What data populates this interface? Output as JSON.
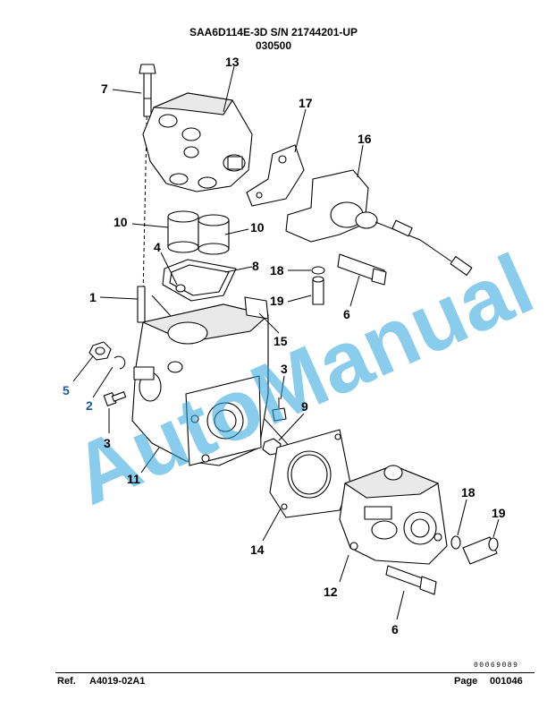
{
  "header": {
    "title": "SAA6D114E-3D S/N 21744201-UP",
    "subtitle": "030500"
  },
  "watermark": "AutoManual",
  "callouts": [
    "13",
    "7",
    "17",
    "16",
    "10",
    "10",
    "4",
    "8",
    "18",
    "19",
    "6",
    "1",
    "15",
    "5",
    "2",
    "3",
    "3",
    "9",
    "11",
    "14",
    "18",
    "19",
    "12",
    "6"
  ],
  "footer": {
    "ref_label": "Ref.",
    "ref_value": "A4019-02A1",
    "page_label": "Page",
    "page_value": "001046",
    "doc_code": "00069089"
  },
  "colors": {
    "callout_blue": "#1a5da8",
    "watermark": "#29a3db"
  }
}
